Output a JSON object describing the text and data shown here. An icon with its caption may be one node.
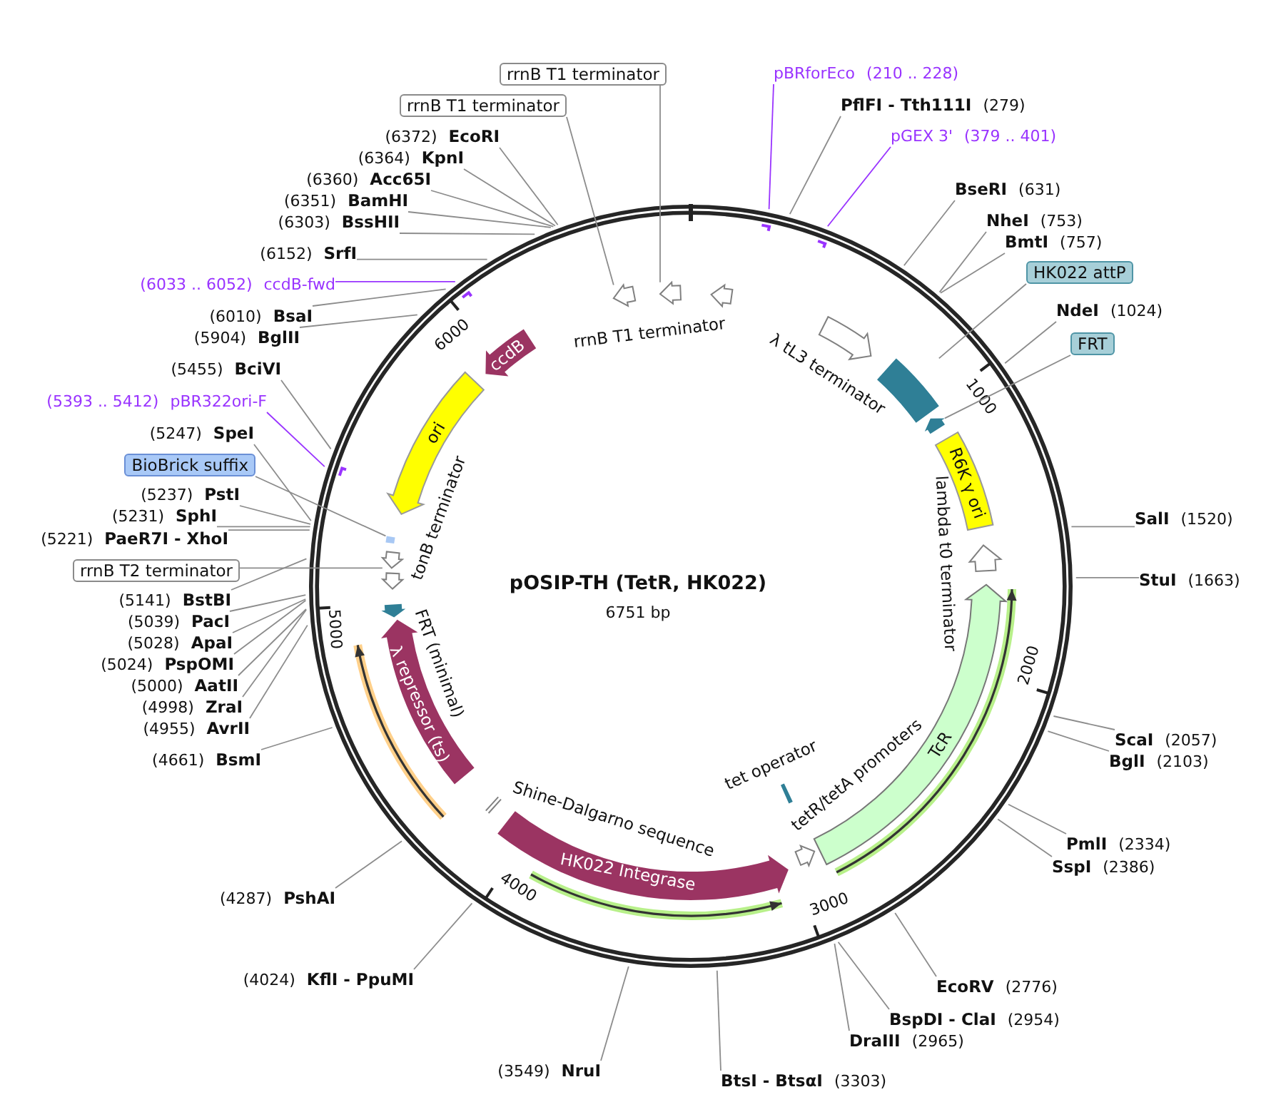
{
  "diagram": {
    "title": "pOSIP-TH (TetR, HK022)",
    "nodes": [
      {
        "text": [
          "rrnB T1 terminator"
        ]
      },
      {
        "text": [
          "pBRforEco",
          "(210 .. 228)"
        ]
      },
      {
        "text": [
          "rrnB T1 terminator"
        ]
      },
      {
        "text": [
          "PflFI - Tth111I",
          "(279)"
        ]
      },
      {
        "text": [
          "pGEX 3'",
          "(379 .. 401)"
        ]
      },
      {
        "text": [
          "BseRI",
          "(631)"
        ]
      },
      {
        "text": [
          "NheI",
          "(753)"
        ]
      },
      {
        "text": [
          "BmtI",
          "(757)"
        ]
      },
      {
        "text": [
          "HK022 attP"
        ]
      },
      {
        "text": [
          "NdeI",
          "(1024)"
        ]
      },
      {
        "text": [
          "FRT"
        ]
      },
      {
        "text": [
          "SalI",
          "(1520)"
        ]
      },
      {
        "text": [
          "StuI",
          "(1663)"
        ]
      },
      {
        "text": [
          "ScaI",
          "(2057)"
        ]
      },
      {
        "text": [
          "BglI",
          "(2103)"
        ]
      },
      {
        "text": [
          "PmlI",
          "(2334)"
        ]
      },
      {
        "text": [
          "SspI",
          "(2386)"
        ]
      },
      {
        "text": [
          "EcoRV",
          "(2776)"
        ]
      },
      {
        "text": [
          "BspDI - ClaI",
          "(2954)"
        ]
      },
      {
        "text": [
          "DraIII",
          "(2965)"
        ]
      },
      {
        "text": [
          "BtsI - BtsαI",
          "(3303)"
        ]
      },
      {
        "text": [
          "(3549)",
          "NruI"
        ]
      },
      {
        "text": [
          "(4024)",
          "KflI - PpuMI"
        ]
      },
      {
        "text": [
          "(4287)",
          "PshAI"
        ]
      },
      {
        "text": [
          "(4661)",
          "BsmI"
        ]
      },
      {
        "text": [
          "(4955)",
          "AvrII"
        ]
      },
      {
        "text": [
          "(4998)",
          "ZraI"
        ]
      },
      {
        "text": [
          "(5000)",
          "AatII"
        ]
      },
      {
        "text": [
          "(5024)",
          "PspOMI"
        ]
      },
      {
        "text": [
          "(5028)",
          "ApaI"
        ]
      },
      {
        "text": [
          "(5039)",
          "PacI"
        ]
      },
      {
        "text": [
          "(5141)",
          "BstBI"
        ]
      },
      {
        "text": [
          "rrnB T2 terminator"
        ]
      },
      {
        "text": [
          "(5221)",
          "PaeR7I - XhoI"
        ]
      },
      {
        "text": [
          "(5231)",
          "SphI"
        ]
      },
      {
        "text": [
          "(5237)",
          "PstI"
        ]
      },
      {
        "text": [
          "BioBrick suffix"
        ]
      },
      {
        "text": [
          "(5247)",
          "SpeI"
        ]
      },
      {
        "text": [
          "(5393 .. 5412)",
          "pBR322ori-F"
        ]
      },
      {
        "text": [
          "(5455)",
          "BciVI"
        ]
      },
      {
        "text": [
          "(5904)",
          "BglII"
        ]
      },
      {
        "text": [
          "(6010)",
          "BsaI"
        ]
      },
      {
        "text": [
          "(6033 .. 6052)",
          "ccdB-fwd"
        ]
      },
      {
        "text": [
          "(6152)",
          "SrfI"
        ]
      },
      {
        "text": [
          "(6303)",
          "BssHII"
        ]
      },
      {
        "text": [
          "(6351)",
          "BamHI"
        ]
      },
      {
        "text": [
          "(6360)",
          "Acc65I"
        ]
      },
      {
        "text": [
          "(6364)",
          "KpnI"
        ]
      },
      {
        "text": [
          "(6372)",
          "EcoRI"
        ]
      },
      {
        "text": [
          "rrnB T1 terminator"
        ]
      },
      {
        "text": [],
        "shape": "arrow"
      },
      {
        "text": [],
        "shape": "arrow"
      },
      {
        "text": [
          "λ tL3 terminator"
        ]
      },
      {
        "text": [],
        "shape": "bar"
      },
      {
        "text": [],
        "shape": "arrow"
      },
      {
        "text": [
          "R6K γ ori"
        ]
      },
      {
        "text": [
          "lambda t0 terminator"
        ]
      },
      {
        "text": [
          "TcR"
        ]
      },
      {
        "text": [
          "tet operator"
        ]
      },
      {
        "text": [
          "tetR/tetA promoters"
        ]
      },
      {
        "text": [
          "HK022 Integrase"
        ]
      },
      {
        "text": [
          "Shine-Dalgarno sequence"
        ]
      },
      {
        "text": [
          "λ repressor (ts)"
        ]
      },
      {
        "text": [
          "FRT (minimal)"
        ]
      },
      {
        "text": [
          "tonB terminator"
        ]
      },
      {
        "text": [],
        "shape": "arrow"
      },
      {
        "text": [],
        "shape": "bar"
      },
      {
        "text": [
          "ori"
        ]
      },
      {
        "text": [
          "ccdB"
        ]
      }
    ],
    "edges": [
      {
        "from": 0,
        "to": 50,
        "arrow": "none"
      },
      {
        "from": 1,
        "to": null,
        "arrow": "none",
        "color": "#9933ff"
      },
      {
        "from": 2,
        "to": 49,
        "arrow": "none"
      },
      {
        "from": 3,
        "to": null,
        "arrow": "none"
      },
      {
        "from": 4,
        "to": null,
        "arrow": "none",
        "color": "#9933ff"
      },
      {
        "from": 5,
        "to": null,
        "arrow": "none"
      },
      {
        "from": 6,
        "to": null,
        "arrow": "none"
      },
      {
        "from": 7,
        "to": null,
        "arrow": "none"
      },
      {
        "from": 8,
        "to": 53,
        "arrow": "none"
      },
      {
        "from": 9,
        "to": null,
        "arrow": "none"
      },
      {
        "from": 10,
        "to": 54,
        "arrow": "none"
      },
      {
        "from": 11,
        "to": null,
        "arrow": "none"
      },
      {
        "from": 12,
        "to": null,
        "arrow": "none"
      },
      {
        "from": 13,
        "to": null,
        "arrow": "none"
      },
      {
        "from": 14,
        "to": null,
        "arrow": "none"
      },
      {
        "from": 15,
        "to": null,
        "arrow": "none"
      },
      {
        "from": 16,
        "to": null,
        "arrow": "none"
      },
      {
        "from": 17,
        "to": null,
        "arrow": "none"
      },
      {
        "from": 18,
        "to": null,
        "arrow": "none"
      },
      {
        "from": 19,
        "to": null,
        "arrow": "none"
      },
      {
        "from": 20,
        "to": null,
        "arrow": "none"
      },
      {
        "from": 21,
        "to": null,
        "arrow": "none"
      },
      {
        "from": 22,
        "to": null,
        "arrow": "none"
      },
      {
        "from": 23,
        "to": null,
        "arrow": "none"
      },
      {
        "from": 24,
        "to": null,
        "arrow": "none"
      },
      {
        "from": 25,
        "to": null,
        "arrow": "none"
      },
      {
        "from": 26,
        "to": null,
        "arrow": "none"
      },
      {
        "from": 27,
        "to": null,
        "arrow": "none"
      },
      {
        "from": 28,
        "to": null,
        "arrow": "none"
      },
      {
        "from": 29,
        "to": null,
        "arrow": "none"
      },
      {
        "from": 30,
        "to": null,
        "arrow": "none"
      },
      {
        "from": 31,
        "to": null,
        "arrow": "none"
      },
      {
        "from": 32,
        "to": 65,
        "arrow": "none"
      },
      {
        "from": 33,
        "to": null,
        "arrow": "none"
      },
      {
        "from": 34,
        "to": null,
        "arrow": "none"
      },
      {
        "from": 35,
        "to": null,
        "arrow": "none"
      },
      {
        "from": 36,
        "to": 66,
        "arrow": "none"
      },
      {
        "from": 37,
        "to": null,
        "arrow": "none"
      },
      {
        "from": 38,
        "to": null,
        "arrow": "none",
        "color": "#9933ff"
      },
      {
        "from": 39,
        "to": null,
        "arrow": "none"
      },
      {
        "from": 40,
        "to": null,
        "arrow": "none"
      },
      {
        "from": 41,
        "to": null,
        "arrow": "none"
      },
      {
        "from": 42,
        "to": null,
        "arrow": "none",
        "color": "#9933ff"
      },
      {
        "from": 43,
        "to": null,
        "arrow": "none"
      },
      {
        "from": 44,
        "to": null,
        "arrow": "none"
      },
      {
        "from": 45,
        "to": null,
        "arrow": "none"
      },
      {
        "from": 46,
        "to": null,
        "arrow": "none"
      },
      {
        "from": 47,
        "to": null,
        "arrow": "none"
      },
      {
        "from": 48,
        "to": null,
        "arrow": "none"
      }
    ],
    "labels": [
      "6751 bp",
      "1000",
      "2000",
      "3000",
      "4000",
      "5000",
      "6000"
    ]
  }
}
